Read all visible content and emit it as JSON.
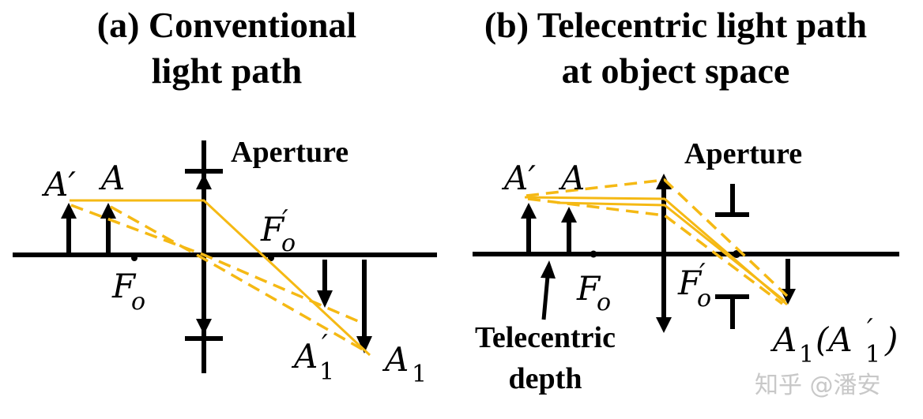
{
  "panel_a": {
    "title_line1": "(a) Conventional",
    "title_line2": "light path",
    "aperture_label": "Aperture",
    "labels": {
      "A_prime": "A′",
      "A": "A",
      "F_o": "F",
      "F_o_sub": "o",
      "F_o_prime": "F",
      "F_o_prime_sup": "′",
      "F_o_prime_sub": "o",
      "A1_prime": "A",
      "A1_prime_sup": "′",
      "A1_prime_sub": "1",
      "A1": "A",
      "A1_sub": "1"
    }
  },
  "panel_b": {
    "title_line1": "(b) Telecentric light path",
    "title_line2": "at object space",
    "aperture_label": "Aperture",
    "telecentric_label_line1": "Telecentric",
    "telecentric_label_line2": "depth",
    "labels": {
      "A_prime": "A′",
      "A": "A",
      "F_o": "F",
      "F_o_sub": "o",
      "F_o_prime": "F",
      "F_o_prime_sup": "′",
      "F_o_prime_sub": "o",
      "A1_combined": "A",
      "A1_combined_sub": "1",
      "A1_combined_paren_open": "(A",
      "A1_combined_paren_sup": "′",
      "A1_combined_paren_sub": "1",
      "A1_combined_paren_close": ")"
    }
  },
  "watermark": "知乎 @潘安",
  "colors": {
    "ray": "#f5b914",
    "axis": "#000000",
    "watermark": "#c8c8c8"
  }
}
